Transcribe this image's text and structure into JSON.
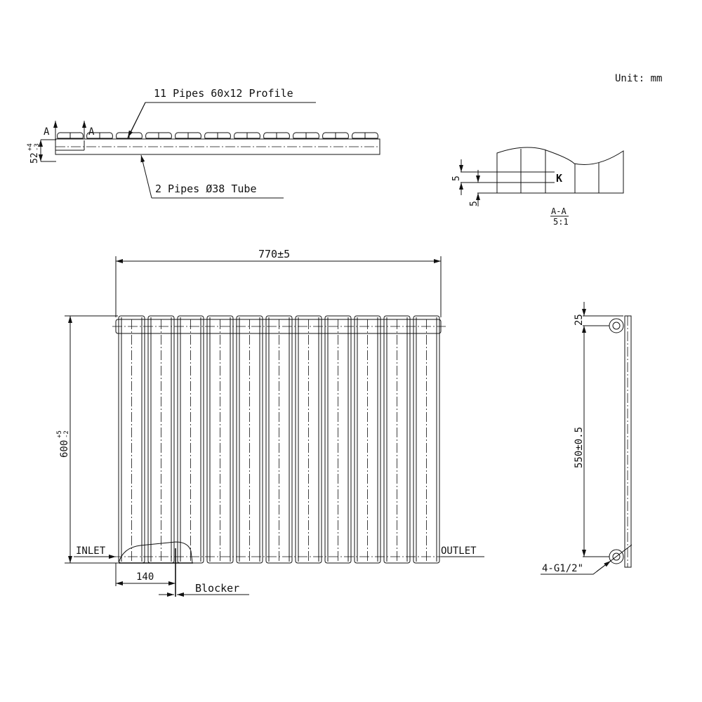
{
  "unit_label": "Unit: mm",
  "top_view": {
    "profile_label": "11 Pipes 60x12 Profile",
    "tube_label": "2 Pipes Ø38 Tube",
    "section_mark": "A",
    "depth_dim": "52",
    "depth_tol_plus": "+4",
    "depth_tol_minus": "-3",
    "pipe_count": 11
  },
  "section_view": {
    "dim_1": "5",
    "dim_2": "5",
    "point_label": "K",
    "title": "A-A",
    "scale": "5:1"
  },
  "front_view": {
    "width_dim": "770±5",
    "height_dim": "600",
    "height_tol_plus": "+5",
    "height_tol_minus": "-2",
    "inlet_label": "INLET",
    "outlet_label": "OUTLET",
    "blocker_dim": "140",
    "blocker_label": "Blocker"
  },
  "side_view": {
    "top_offset_dim": "25",
    "centers_dim": "550±0.5",
    "connection_label": "4-G1/2\""
  }
}
